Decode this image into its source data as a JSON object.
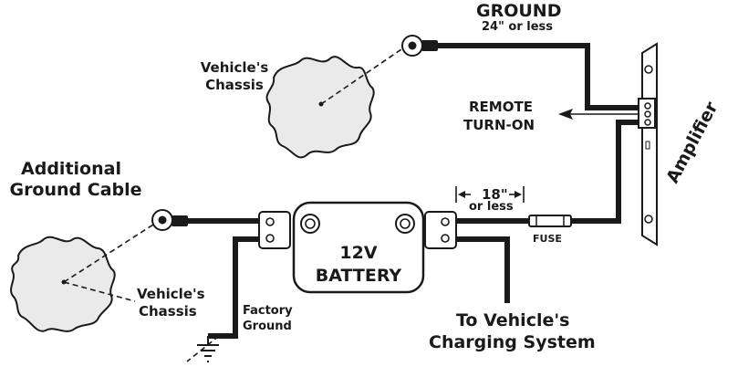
{
  "labels": {
    "ground_title": "GROUND",
    "ground_length": "24\" or less",
    "chassis_top_1": "Vehicle's",
    "chassis_top_2": "Chassis",
    "remote_1": "REMOTE",
    "remote_2": "TURN-ON",
    "amplifier": "Amplifier",
    "additional_1": "Additional",
    "additional_2": "Ground Cable",
    "fuse_distance": "18\"",
    "fuse_distance_2": "or less",
    "fuse": "FUSE",
    "battery_1": "12V",
    "battery_2": "BATTERY",
    "chassis_bottom_1": "Vehicle's",
    "chassis_bottom_2": "Chassis",
    "factory_1": "Factory",
    "factory_2": "Ground",
    "charging_1": "To Vehicle's",
    "charging_2": "Charging System"
  },
  "colors": {
    "ink": "#1a1a1a",
    "chassis_fill": "#eaeaea",
    "background": "#ffffff"
  }
}
